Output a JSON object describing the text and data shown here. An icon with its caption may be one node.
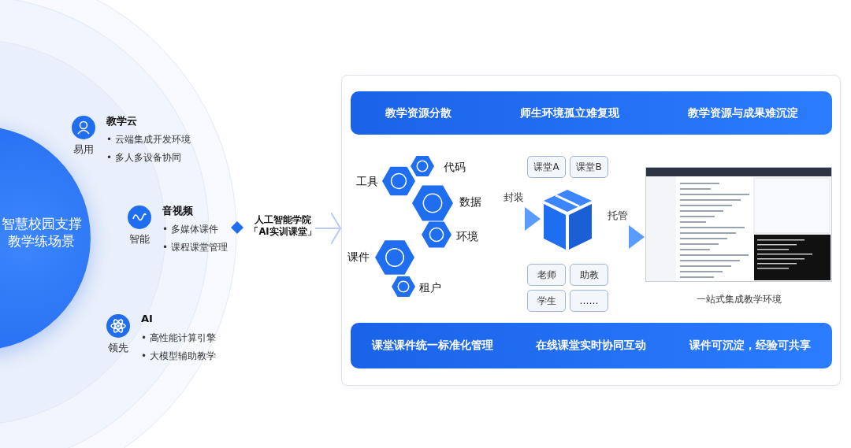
{
  "diagram": {
    "nodes": [
      {
        "text": [
          "智慧校园支撑教学练场景"
        ]
      },
      {
        "text": [
          "教学云",
          "• 云端集成开发环境",
          "• 多人多设备协同"
        ],
        "beside": [
          "易用"
        ]
      },
      {
        "text": [
          "音视频",
          "• 多媒体课件",
          "• 课程课堂管理"
        ],
        "beside": [
          "智能"
        ]
      },
      {
        "text": [
          "AI",
          "• 高性能计算引擎",
          "• 大模型辅助教学"
        ],
        "beside": [
          "领先"
        ]
      },
      {
        "text": [
          "人工智能学院",
          "「AI实训课堂」"
        ]
      },
      {
        "text": [],
        "shape": "box"
      },
      {
        "text": [
          "教学资源分散",
          "师生环境孤立难复现",
          "教学资源与成果难沉淀"
        ],
        "in": 5
      },
      {
        "text": [
          "代码"
        ],
        "in": 5
      },
      {
        "text": [
          "工具"
        ],
        "in": 5
      },
      {
        "text": [
          "数据"
        ],
        "in": 5
      },
      {
        "text": [
          "环境"
        ],
        "in": 5
      },
      {
        "text": [
          "课件"
        ],
        "in": 5
      },
      {
        "text": [
          "租户"
        ],
        "in": 5
      },
      {
        "text": [
          "课堂A"
        ],
        "in": 5
      },
      {
        "text": [
          "课堂B"
        ],
        "in": 5
      },
      {
        "text": [],
        "shape": "picture",
        "in": 5
      },
      {
        "text": [
          "老师"
        ],
        "in": 5
      },
      {
        "text": [
          "助教"
        ],
        "in": 5
      },
      {
        "text": [
          "学生"
        ],
        "in": 5
      },
      {
        "text": [
          "……"
        ],
        "in": 5
      },
      {
        "text": [],
        "shape": "picture",
        "beside": [
          "一站式集成教学环境"
        ],
        "in": 5
      },
      {
        "text": [
          "课堂课件统一标准化管理",
          "在线课堂实时协同互动",
          "课件可沉淀，经验可共享"
        ],
        "in": 5
      }
    ],
    "edges": [
      {
        "from": 4,
        "to": 5,
        "arrow": "to"
      },
      {
        "from": null,
        "to": 15,
        "arrow": "to",
        "label": "封装"
      },
      {
        "from": 15,
        "to": 20,
        "arrow": "to",
        "label": "托管"
      }
    ]
  }
}
